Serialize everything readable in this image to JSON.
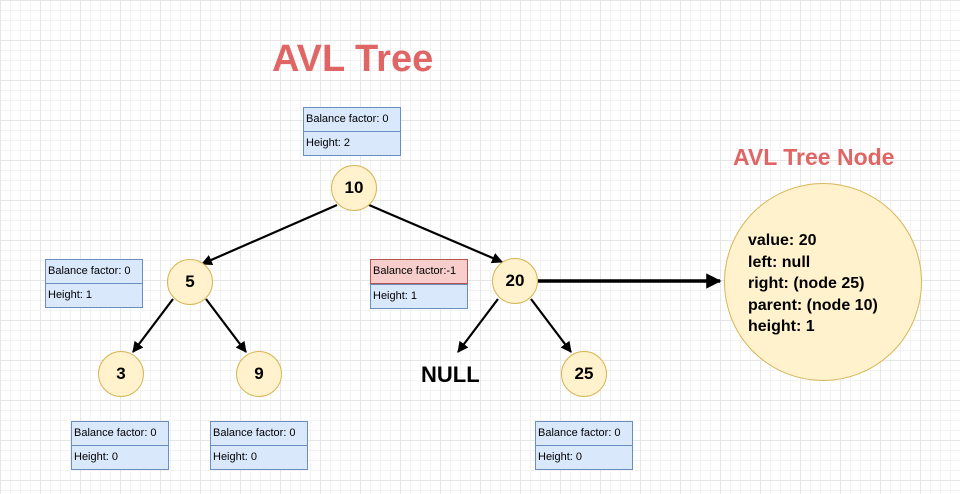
{
  "title": "AVL Tree",
  "node_detail_title": "AVL Tree Node",
  "nodes": {
    "n10": "10",
    "n5": "5",
    "n20": "20",
    "n3": "3",
    "n9": "9",
    "n25": "25",
    "null": "NULL"
  },
  "info": {
    "n10": {
      "balance": "Balance factor: 0",
      "height": "Height: 2"
    },
    "n5": {
      "balance": "Balance factor: 0",
      "height": "Height: 1"
    },
    "n20": {
      "balance": "Balance factor:-1",
      "height": "Height: 1"
    },
    "n3": {
      "balance": "Balance factor: 0",
      "height": "Height: 0"
    },
    "n9": {
      "balance": "Balance factor: 0",
      "height": "Height: 0"
    },
    "n25": {
      "balance": "Balance factor: 0",
      "height": "Height: 0"
    }
  },
  "node_detail": {
    "value": "value: 20",
    "left": "left: null",
    "right": "right: (node 25)",
    "parent": "parent: (node 10)",
    "height": "height: 1"
  },
  "colors": {
    "title": "#e06666",
    "node_fill": "#fff2cc",
    "node_stroke": "#d6b656",
    "info_fill": "#dae8fc",
    "info_stroke": "#6c8ebf",
    "warn_fill": "#f8cecc",
    "warn_stroke": "#b85450"
  }
}
